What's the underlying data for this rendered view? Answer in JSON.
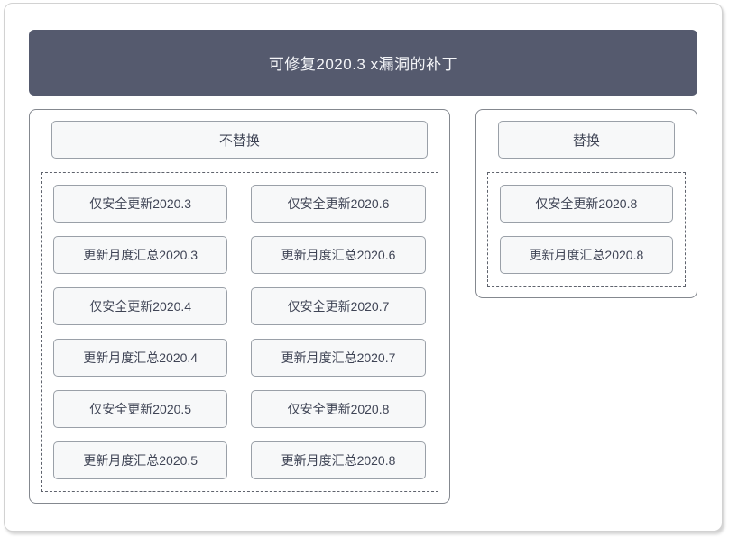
{
  "title": "可修复2020.3 x漏洞的补丁",
  "left_group": {
    "header": "不替换",
    "patches": [
      "仅安全更新2020.3",
      "仅安全更新2020.6",
      "更新月度汇总2020.3",
      "更新月度汇总2020.6",
      "仅安全更新2020.4",
      "仅安全更新2020.7",
      "更新月度汇总2020.4",
      "更新月度汇总2020.7",
      "仅安全更新2020.5",
      "仅安全更新2020.8",
      "更新月度汇总2020.5",
      "更新月度汇总2020.8"
    ]
  },
  "right_group": {
    "header": "替换",
    "patches": [
      "仅安全更新2020.8",
      "更新月度汇总2020.8"
    ]
  },
  "colors": {
    "titlebar_bg": "#555a6e",
    "titlebar_text": "#f4f5f8",
    "box_bg": "#f7f8f9",
    "box_border": "#9aa0a8",
    "box_text": "#3f4455",
    "panel_border": "#84888f",
    "dashed_border": "#5f636d"
  }
}
